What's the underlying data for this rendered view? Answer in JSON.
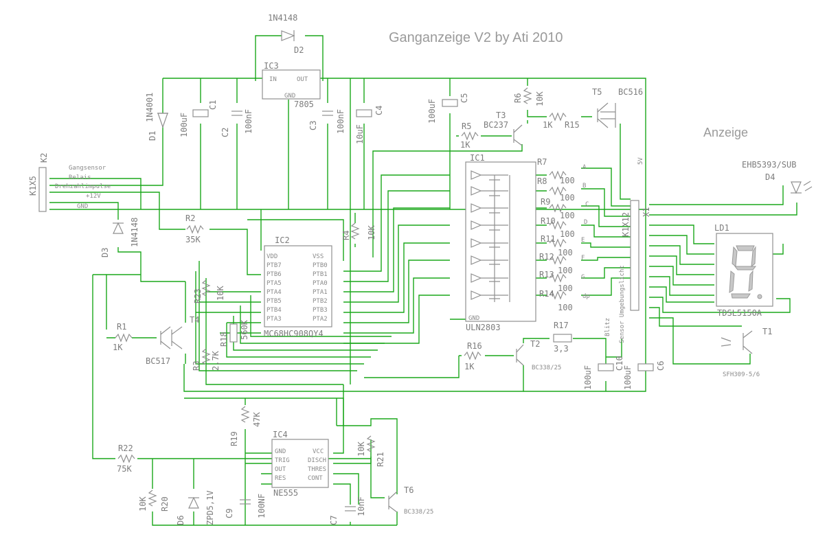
{
  "titles": {
    "main": "Ganganzeige V2 by Ati 2010",
    "display_section": "Anzeige"
  },
  "connector_k2": {
    "name": "K2",
    "type": "K1X5",
    "signals": [
      "Gangsensor",
      "Relais",
      "Drehzahlimpulse",
      "+12V",
      "GND"
    ]
  },
  "connector_x1": {
    "name": "X1",
    "type": "K1X12",
    "signals": [
      "A",
      "B",
      "C",
      "D",
      "E",
      "F",
      "G",
      "dp",
      "5V",
      "Blitz",
      "Sensor Umgebungslicht"
    ]
  },
  "components": {
    "ic1": {
      "ref": "IC1",
      "value": "ULN2803",
      "gnd": "GND"
    },
    "ic2": {
      "ref": "IC2",
      "value": "MC68HC908QY4",
      "left_pins": [
        "VDD",
        "PTB7",
        "PTB6",
        "PTA5",
        "PTA4",
        "PTB5",
        "PTB4",
        "PTA3"
      ],
      "right_pins": [
        "VSS",
        "PTB0",
        "PTB1",
        "PTA0",
        "PTA1",
        "PTB2",
        "PTB3",
        "PTA2"
      ]
    },
    "ic3": {
      "ref": "IC3",
      "value": "7805",
      "in": "IN",
      "out": "OUT",
      "gnd": "GND"
    },
    "ic4": {
      "ref": "IC4",
      "value": "NE555",
      "left_pins": [
        "GND",
        "TRIG",
        "OUT",
        "RES"
      ],
      "right_pins": [
        "VCC",
        "DISCH",
        "THRES",
        "CONT"
      ]
    },
    "d1": {
      "ref": "D1",
      "value": "1N4001"
    },
    "d2": {
      "ref": "D2",
      "value": "1N4148"
    },
    "d3": {
      "ref": "D3",
      "value": "1N4148"
    },
    "d4": {
      "ref": "D4",
      "value": "EHB5393/SUB"
    },
    "d6": {
      "ref": "D6",
      "value": "ZPD5,1V"
    },
    "ld1": {
      "ref": "LD1",
      "value": "TDSL5150A"
    },
    "t1": {
      "ref": "T1",
      "value": "SFH309-5/6"
    },
    "t2": {
      "ref": "T2",
      "value": "BC338/25"
    },
    "t3": {
      "ref": "T3",
      "value": "BC237"
    },
    "t4": {
      "ref": "T4",
      "value": "BC517"
    },
    "t5": {
      "ref": "T5",
      "value": "BC516"
    },
    "t6": {
      "ref": "T6",
      "value": "BC338/25"
    },
    "c1": {
      "ref": "C1",
      "value": "100uF"
    },
    "c2": {
      "ref": "C2",
      "value": "100nF"
    },
    "c3": {
      "ref": "C3",
      "value": "100nF"
    },
    "c4": {
      "ref": "C4",
      "value": "10uF"
    },
    "c5": {
      "ref": "C5",
      "value": "100uF"
    },
    "c6": {
      "ref": "C6",
      "value": "100uF"
    },
    "c7": {
      "ref": "C7",
      "value": "10nF"
    },
    "c9": {
      "ref": "C9",
      "value": "100NF"
    },
    "c10": {
      "ref": "C10",
      "value": "100uF"
    },
    "r1": {
      "ref": "R1",
      "value": "1K"
    },
    "r2": {
      "ref": "R2",
      "value": "35K"
    },
    "r3": {
      "ref": "R3",
      "value": "2,7K"
    },
    "r4": {
      "ref": "R4",
      "value": "10K"
    },
    "r5": {
      "ref": "R5",
      "value": "1K"
    },
    "r6": {
      "ref": "R6",
      "value": "10K"
    },
    "r7": {
      "ref": "R7",
      "value": "100"
    },
    "r8": {
      "ref": "R8",
      "value": "100"
    },
    "r9": {
      "ref": "R9",
      "value": "100"
    },
    "r10": {
      "ref": "R10",
      "value": "100"
    },
    "r11": {
      "ref": "R11",
      "value": "100"
    },
    "r12": {
      "ref": "R12",
      "value": "100"
    },
    "r13": {
      "ref": "R13",
      "value": "100"
    },
    "r14": {
      "ref": "R14",
      "value": "100"
    },
    "r15": {
      "ref": "R15",
      "value": "1K"
    },
    "r16": {
      "ref": "R16",
      "value": "1K"
    },
    "r17": {
      "ref": "R17",
      "value": "3,3"
    },
    "r18": {
      "ref": "R18",
      "value": "560K"
    },
    "r19": {
      "ref": "R19",
      "value": "47K"
    },
    "r20": {
      "ref": "R20",
      "value": "10K"
    },
    "r21": {
      "ref": "R21",
      "value": "10K"
    },
    "r22": {
      "ref": "R22",
      "value": "75K"
    },
    "r23": {
      "ref": "R23",
      "value": "10K"
    }
  }
}
